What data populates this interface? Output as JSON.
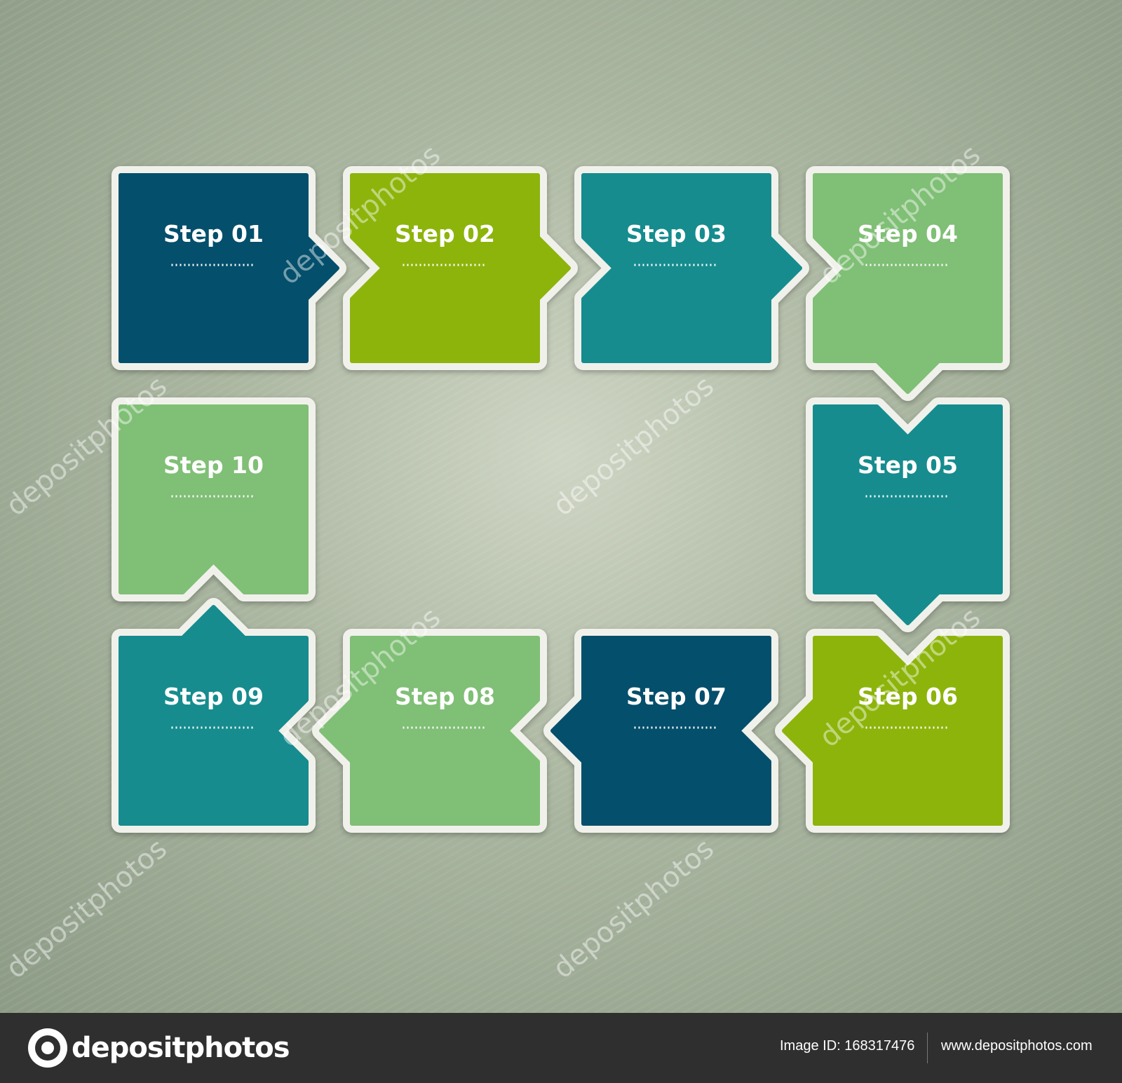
{
  "steps": [
    {
      "label": "Step 01",
      "color": "#044f6b"
    },
    {
      "label": "Step 02",
      "color": "#8db40b"
    },
    {
      "label": "Step 03",
      "color": "#168c8e"
    },
    {
      "label": "Step 04",
      "color": "#80bf76"
    },
    {
      "label": "Step 05",
      "color": "#168c8e"
    },
    {
      "label": "Step 06",
      "color": "#8db40b"
    },
    {
      "label": "Step 07",
      "color": "#044f6b"
    },
    {
      "label": "Step 08",
      "color": "#80bf76"
    },
    {
      "label": "Step 09",
      "color": "#168c8e"
    },
    {
      "label": "Step 10",
      "color": "#80bf76"
    }
  ],
  "watermark": {
    "text": "depositphotos"
  },
  "footer": {
    "brand": "depositphotos",
    "image_id": "Image ID: 168317476",
    "url": "www.depositphotos.com"
  }
}
